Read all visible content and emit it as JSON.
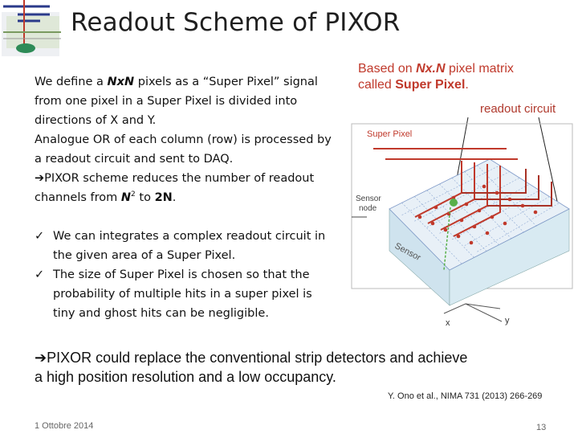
{
  "slide": {
    "title": "Readout Scheme of PIXOR",
    "para1": {
      "line1_a": "We define a ",
      "line1_b": "NxN",
      "line1_c": " pixels as a “Super Pixel” signal",
      "line2": "from one pixel in a Super Pixel is divided into",
      "line3": "directions of X and Y.",
      "line4": "Analogue OR of each column (row) is processed by",
      "line5": "a readout circuit and sent to DAQ.",
      "line6_arrow": "➔",
      "line6": "PIXOR scheme reduces the number of readout",
      "line7_a": "channels from ",
      "line7_b": "N",
      "line7_sup": "2",
      "line7_c": " to ",
      "line7_d": "2N",
      "line7_e": "."
    },
    "checks": [
      {
        "mark": "✓",
        "line1": "We can integrates a complex readout circuit in",
        "line2": "the given area of a Super Pixel."
      },
      {
        "mark": "✓",
        "line1": "The size of Super Pixel is chosen so that the",
        "line2": "probability of multiple hits in a super pixel is",
        "line3": "tiny and ghost hits can be negligible."
      }
    ],
    "right_top": {
      "line1_a": "Based on ",
      "line1_b": "Nx.N",
      "line1_c": " pixel matrix",
      "line2_a": "called ",
      "line2_b": "Super Pixel",
      "line2_c": "."
    },
    "readout_label": "readout circuit",
    "diagram": {
      "super_pixel_label": "Super Pixel",
      "sensor_node_label_1": "Sensor",
      "sensor_node_label_2": "node",
      "sensor_label": "Sensor",
      "axis_x": "x",
      "axis_y": "y"
    },
    "bottom": {
      "arrow": "➔",
      "line1": "PIXOR could replace the conventional strip detectors and achieve",
      "line2": "a high position resolution and a low occupancy."
    },
    "reference": "Y. Ono et al., NIMA 731 (2013) 266-269",
    "date": "1 Ottobre 2014",
    "page_number": "13"
  }
}
